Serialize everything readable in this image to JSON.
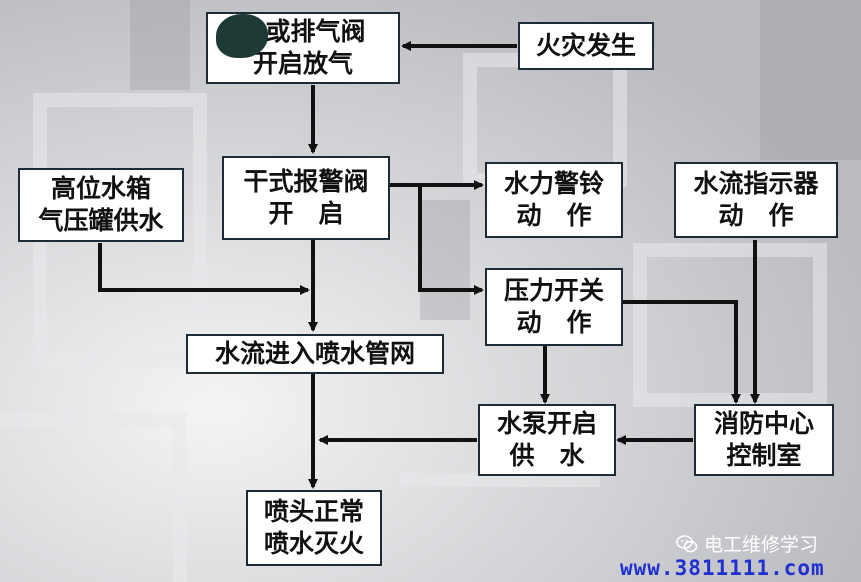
{
  "nodes": {
    "nozzle_valve": [
      "头或排气阀",
      "开启放气"
    ],
    "fire_occurs": [
      "火灾发生"
    ],
    "dry_alarm_valve": [
      "干式报警阀",
      "开　启"
    ],
    "water_gong": [
      "水力警铃",
      "动　作"
    ],
    "flow_indicator": [
      "水流指示器",
      "动　作"
    ],
    "elevated_tank": [
      "高位水箱",
      "气压罐供水"
    ],
    "pressure_switch": [
      "压力开关",
      "动　作"
    ],
    "water_into_network": [
      "水流进入喷水管网"
    ],
    "pump_start": [
      "水泵开启",
      "供　水"
    ],
    "fire_control_center": [
      "消防中心",
      "控制室"
    ],
    "nozzle_spray": [
      "喷头正常",
      "喷水灭火"
    ]
  },
  "watermark": {
    "label": "电工维修学习",
    "icon": "wechat-icon",
    "url": "www.3811111.com"
  },
  "colors": {
    "box_border": "#1c2b35",
    "arrow": "#111111",
    "url": "#1f2fd0"
  }
}
